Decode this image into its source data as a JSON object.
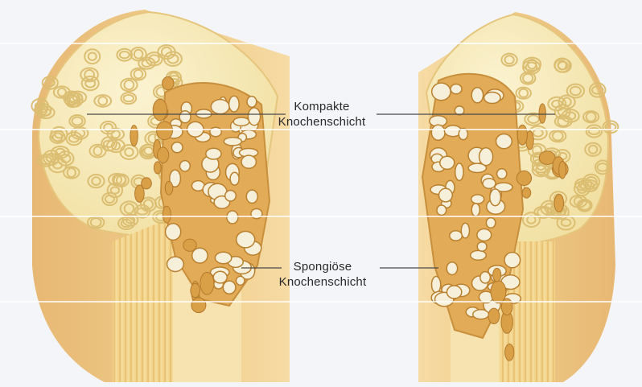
{
  "labels": {
    "compact_line1": "Kompakte",
    "compact_line2": "Knochenschicht",
    "spongy_line1": "Spongiöse",
    "spongy_line2": "Knochenschicht"
  },
  "colors": {
    "background": "#f4f5f8",
    "bone_cut_face": "#f6ecc4",
    "bone_side": "#e9c07a",
    "trabecular": "#d9a24e",
    "marrow_cavity": "#f7f3e8",
    "osteon": "#f3e7b6",
    "leader_line": "#4a4a4a"
  }
}
